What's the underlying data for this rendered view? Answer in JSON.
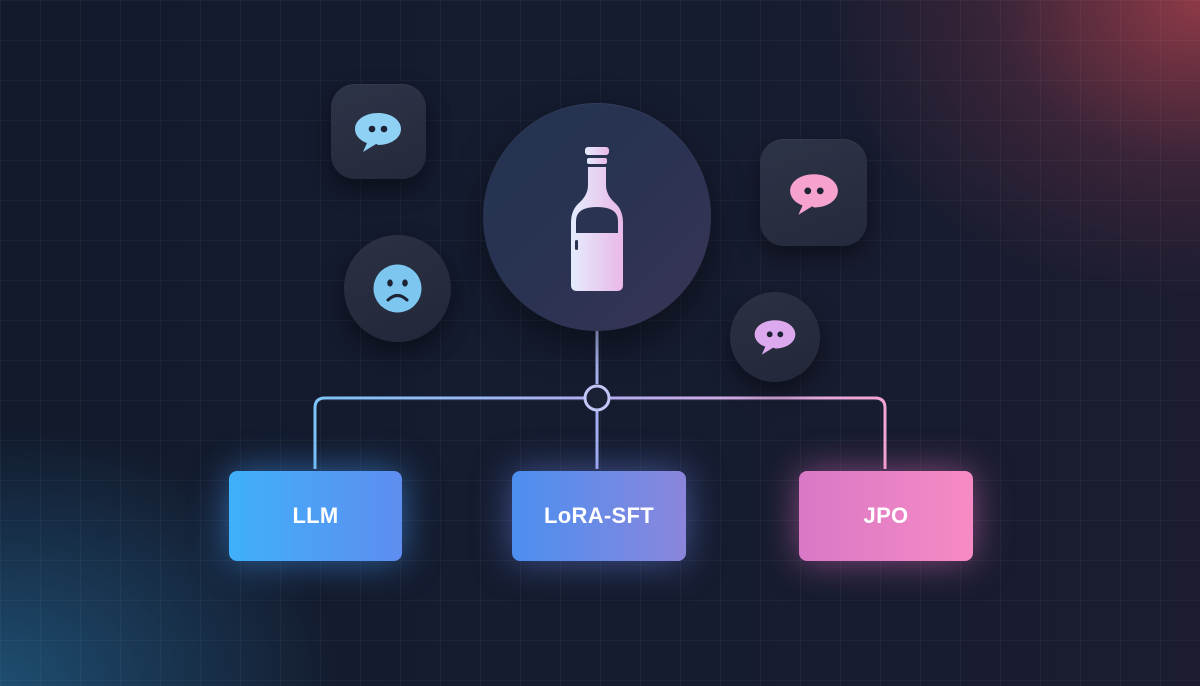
{
  "diagram": {
    "root": {
      "icon": "wine-bottle-icon"
    },
    "floating_icons": [
      {
        "name": "chat-bubble-icon",
        "color": "#8fd0f5"
      },
      {
        "name": "frown-face-icon",
        "color": "#7cc6ef"
      },
      {
        "name": "chat-bubble-icon",
        "color": "#f5a2cf"
      },
      {
        "name": "chat-bubble-icon",
        "color": "#dca8ee"
      }
    ],
    "nodes": [
      {
        "id": "llm",
        "label": "LLM",
        "color_from": "#3fb0fb",
        "color_to": "#5e8df0"
      },
      {
        "id": "lora_sft",
        "label": "LoRA-SFT",
        "color_from": "#4b8ff0",
        "color_to": "#8b86dc"
      },
      {
        "id": "jpo",
        "label": "JPO",
        "color_from": "#d978c6",
        "color_to": "#f68ac4"
      }
    ],
    "edges": [
      {
        "from": "root",
        "to": "llm"
      },
      {
        "from": "root",
        "to": "lora_sft"
      },
      {
        "from": "root",
        "to": "jpo"
      }
    ],
    "colors": {
      "background": "#131b2d",
      "accent_blue": "#4fb2f6",
      "accent_pink": "#f08bc8",
      "connector": "#a4b2f0"
    }
  }
}
